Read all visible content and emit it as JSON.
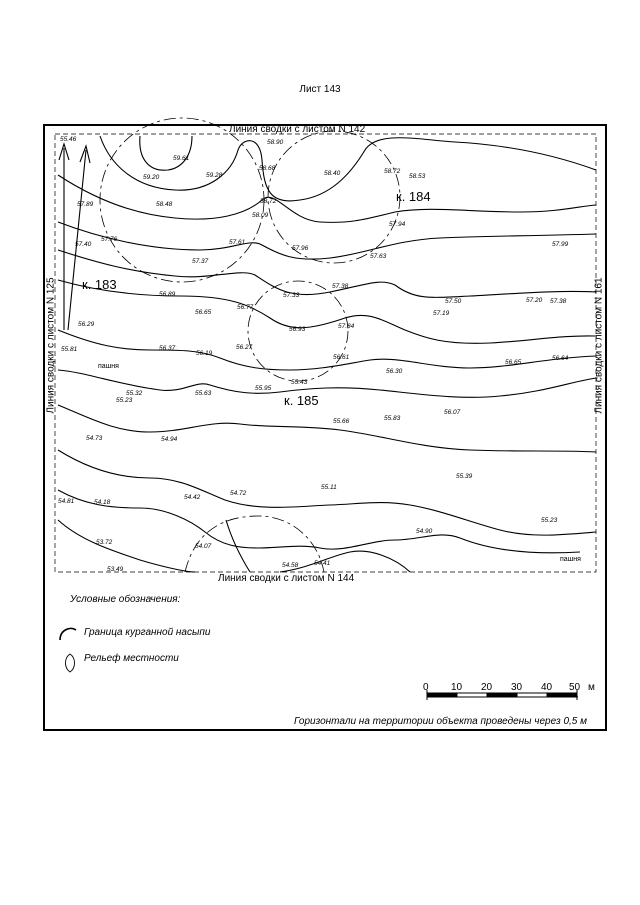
{
  "sheet_title": "Лист 143",
  "edges": {
    "top": "Линия сводки с листом N 142",
    "bottom": "Линия сводки с листом N 144",
    "left": "Линия сводки с листом N 125",
    "right": "Линия сводки с листом N 161"
  },
  "kurgans": [
    "к. 183",
    "к. 184",
    "к. 185"
  ],
  "elevations": [
    "55.46",
    "59.61",
    "59.20",
    "59.28",
    "58.90",
    "58.68",
    "58.40",
    "58.72",
    "58.53",
    "57.89",
    "58.48",
    "58.72",
    "58.09",
    "57.94",
    "57.40",
    "57.76",
    "57.61",
    "57.96",
    "57.63",
    "57.99",
    "57.37",
    "57.33",
    "57.38",
    "56.89",
    "56.65",
    "56.77",
    "57.50",
    "57.20",
    "57.38",
    "57.19",
    "56.29",
    "56.93",
    "57.84",
    "55.81",
    "56.37",
    "56.19",
    "56.27",
    "56.61",
    "56.65",
    "56.64",
    "56.30",
    "55.95",
    "55.43",
    "55.32",
    "55.23",
    "55.63",
    "55.66",
    "55.83",
    "56.07",
    "54.73",
    "54.94",
    "55.39",
    "54.81",
    "54.18",
    "54.42",
    "54.72",
    "55.11",
    "55.23",
    "53.72",
    "54.07",
    "54.90",
    "53.49",
    "54.58",
    "54.41"
  ],
  "land_labels": [
    "пашня",
    "пашня"
  ],
  "legend": {
    "title": "Условные обозначения:",
    "items": [
      {
        "icon": "mound-boundary-icon",
        "label": "Граница курганной насыпи"
      },
      {
        "icon": "terrain-relief-icon",
        "label": "Рельеф местности"
      }
    ]
  },
  "scale": {
    "ticks": [
      "0",
      "10",
      "20",
      "30",
      "40",
      "50"
    ],
    "unit": "м"
  },
  "footnote": "Горизонтали на территории объекта проведены через 0,5 м",
  "colors": {
    "ink": "#000000",
    "paper": "#ffffff"
  }
}
